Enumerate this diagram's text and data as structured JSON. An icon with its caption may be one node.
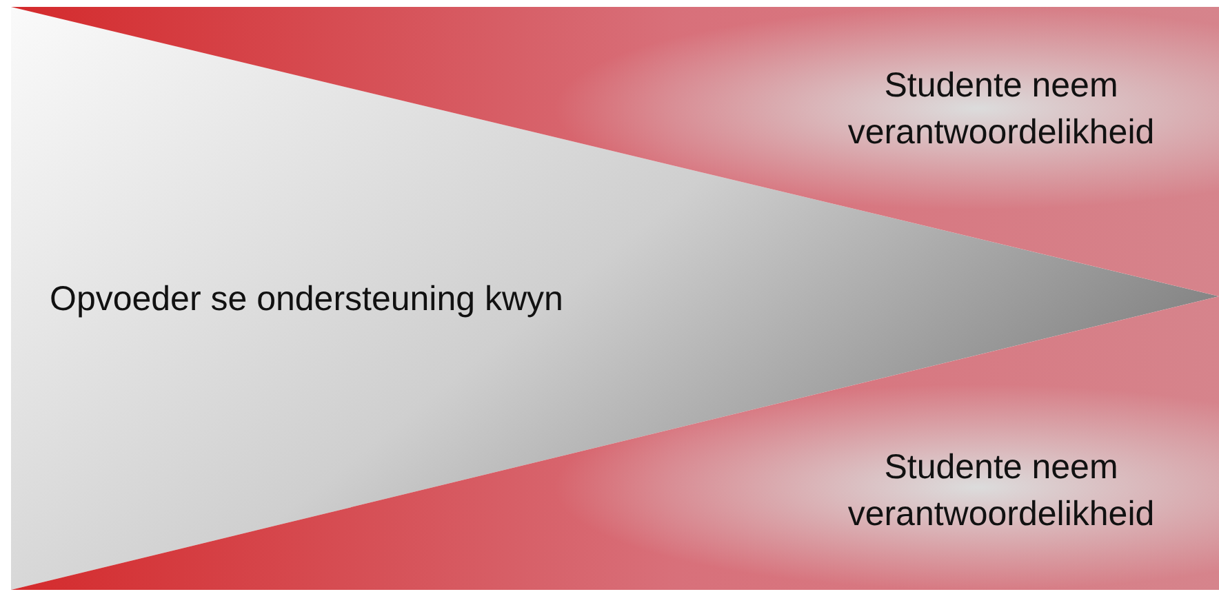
{
  "diagram": {
    "nodes": [
      {
        "text": [
          "Opvoeder se ondersteuning kwyn"
        ]
      },
      {
        "text": [
          "Studente neem verantwoordelikheid"
        ]
      },
      {
        "text": [
          "Studente neem verantwoordelikheid"
        ]
      }
    ]
  }
}
